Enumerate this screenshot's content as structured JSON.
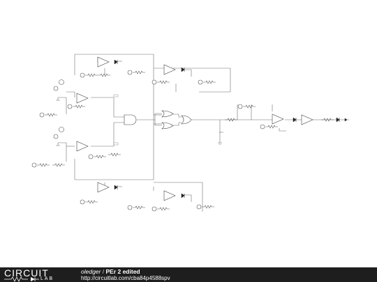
{
  "brand": {
    "logo_main": "CIRCUIT",
    "logo_sub": "LAB"
  },
  "circuit": {
    "author": "oledger",
    "separator": "/",
    "title": "PEr 2 edited",
    "url": "http://circuitlab.com/cba84p4588spv"
  },
  "colors": {
    "footer_bg": "#1e1e1e",
    "wire": "#6e6e6e",
    "canvas": "#ffffff"
  }
}
